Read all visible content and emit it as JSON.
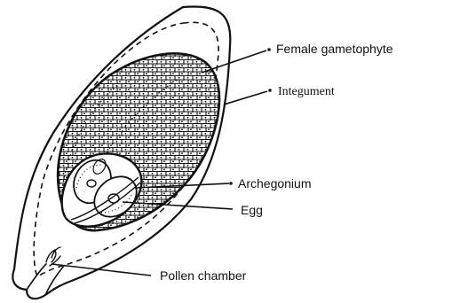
{
  "labels": {
    "female_gametophyte": "Female gametophyte",
    "integument": "Integument",
    "archegonium": "Archegonium",
    "egg": "Egg",
    "pollen_chamber": "Pollen chamber"
  },
  "colors": {
    "ink": "#111111",
    "background": "#ffffff"
  }
}
